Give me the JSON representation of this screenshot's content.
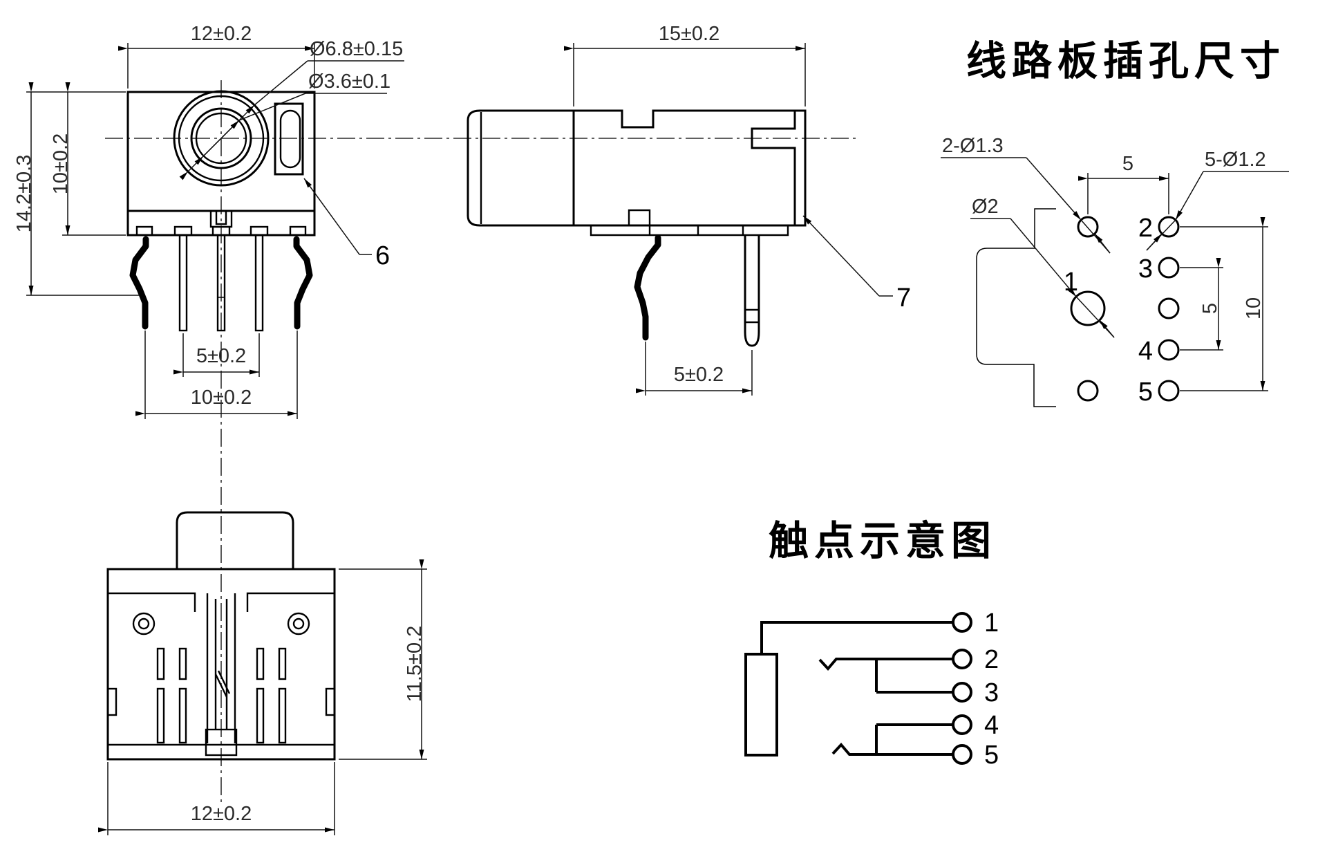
{
  "drawing": {
    "front_view": {
      "dim_width": "12±0.2",
      "dim_hole_outer": "Ø6.8±0.15",
      "dim_hole_inner": "Ø3.6±0.1",
      "dim_total_height": "14.2±0.3",
      "dim_body_height": "10±0.2",
      "dim_pin_pitch": "5±0.2",
      "dim_leg_span": "10±0.2",
      "label_slot": "6"
    },
    "side_view": {
      "dim_depth": "15±0.2",
      "dim_pin_pitch": "5±0.2",
      "label_housing": "7"
    },
    "bottom_view": {
      "dim_height": "11.5±0.2",
      "dim_width": "12±0.2"
    },
    "pcb_layout": {
      "title": "线路板插孔尺寸",
      "dim_bracket_holes": "2-Ø1.3",
      "dim_contact_holes": "5-Ø1.2",
      "dim_center_hole": "Ø2",
      "dim_top_pitch": "5",
      "dim_right_pitch": "5",
      "dim_total_pitch": "10",
      "pin_labels": [
        "1",
        "2",
        "3",
        "4",
        "5"
      ]
    },
    "contact_schematic": {
      "title": "触点示意图",
      "pin_labels": [
        "1",
        "2",
        "3",
        "4",
        "5"
      ]
    }
  }
}
